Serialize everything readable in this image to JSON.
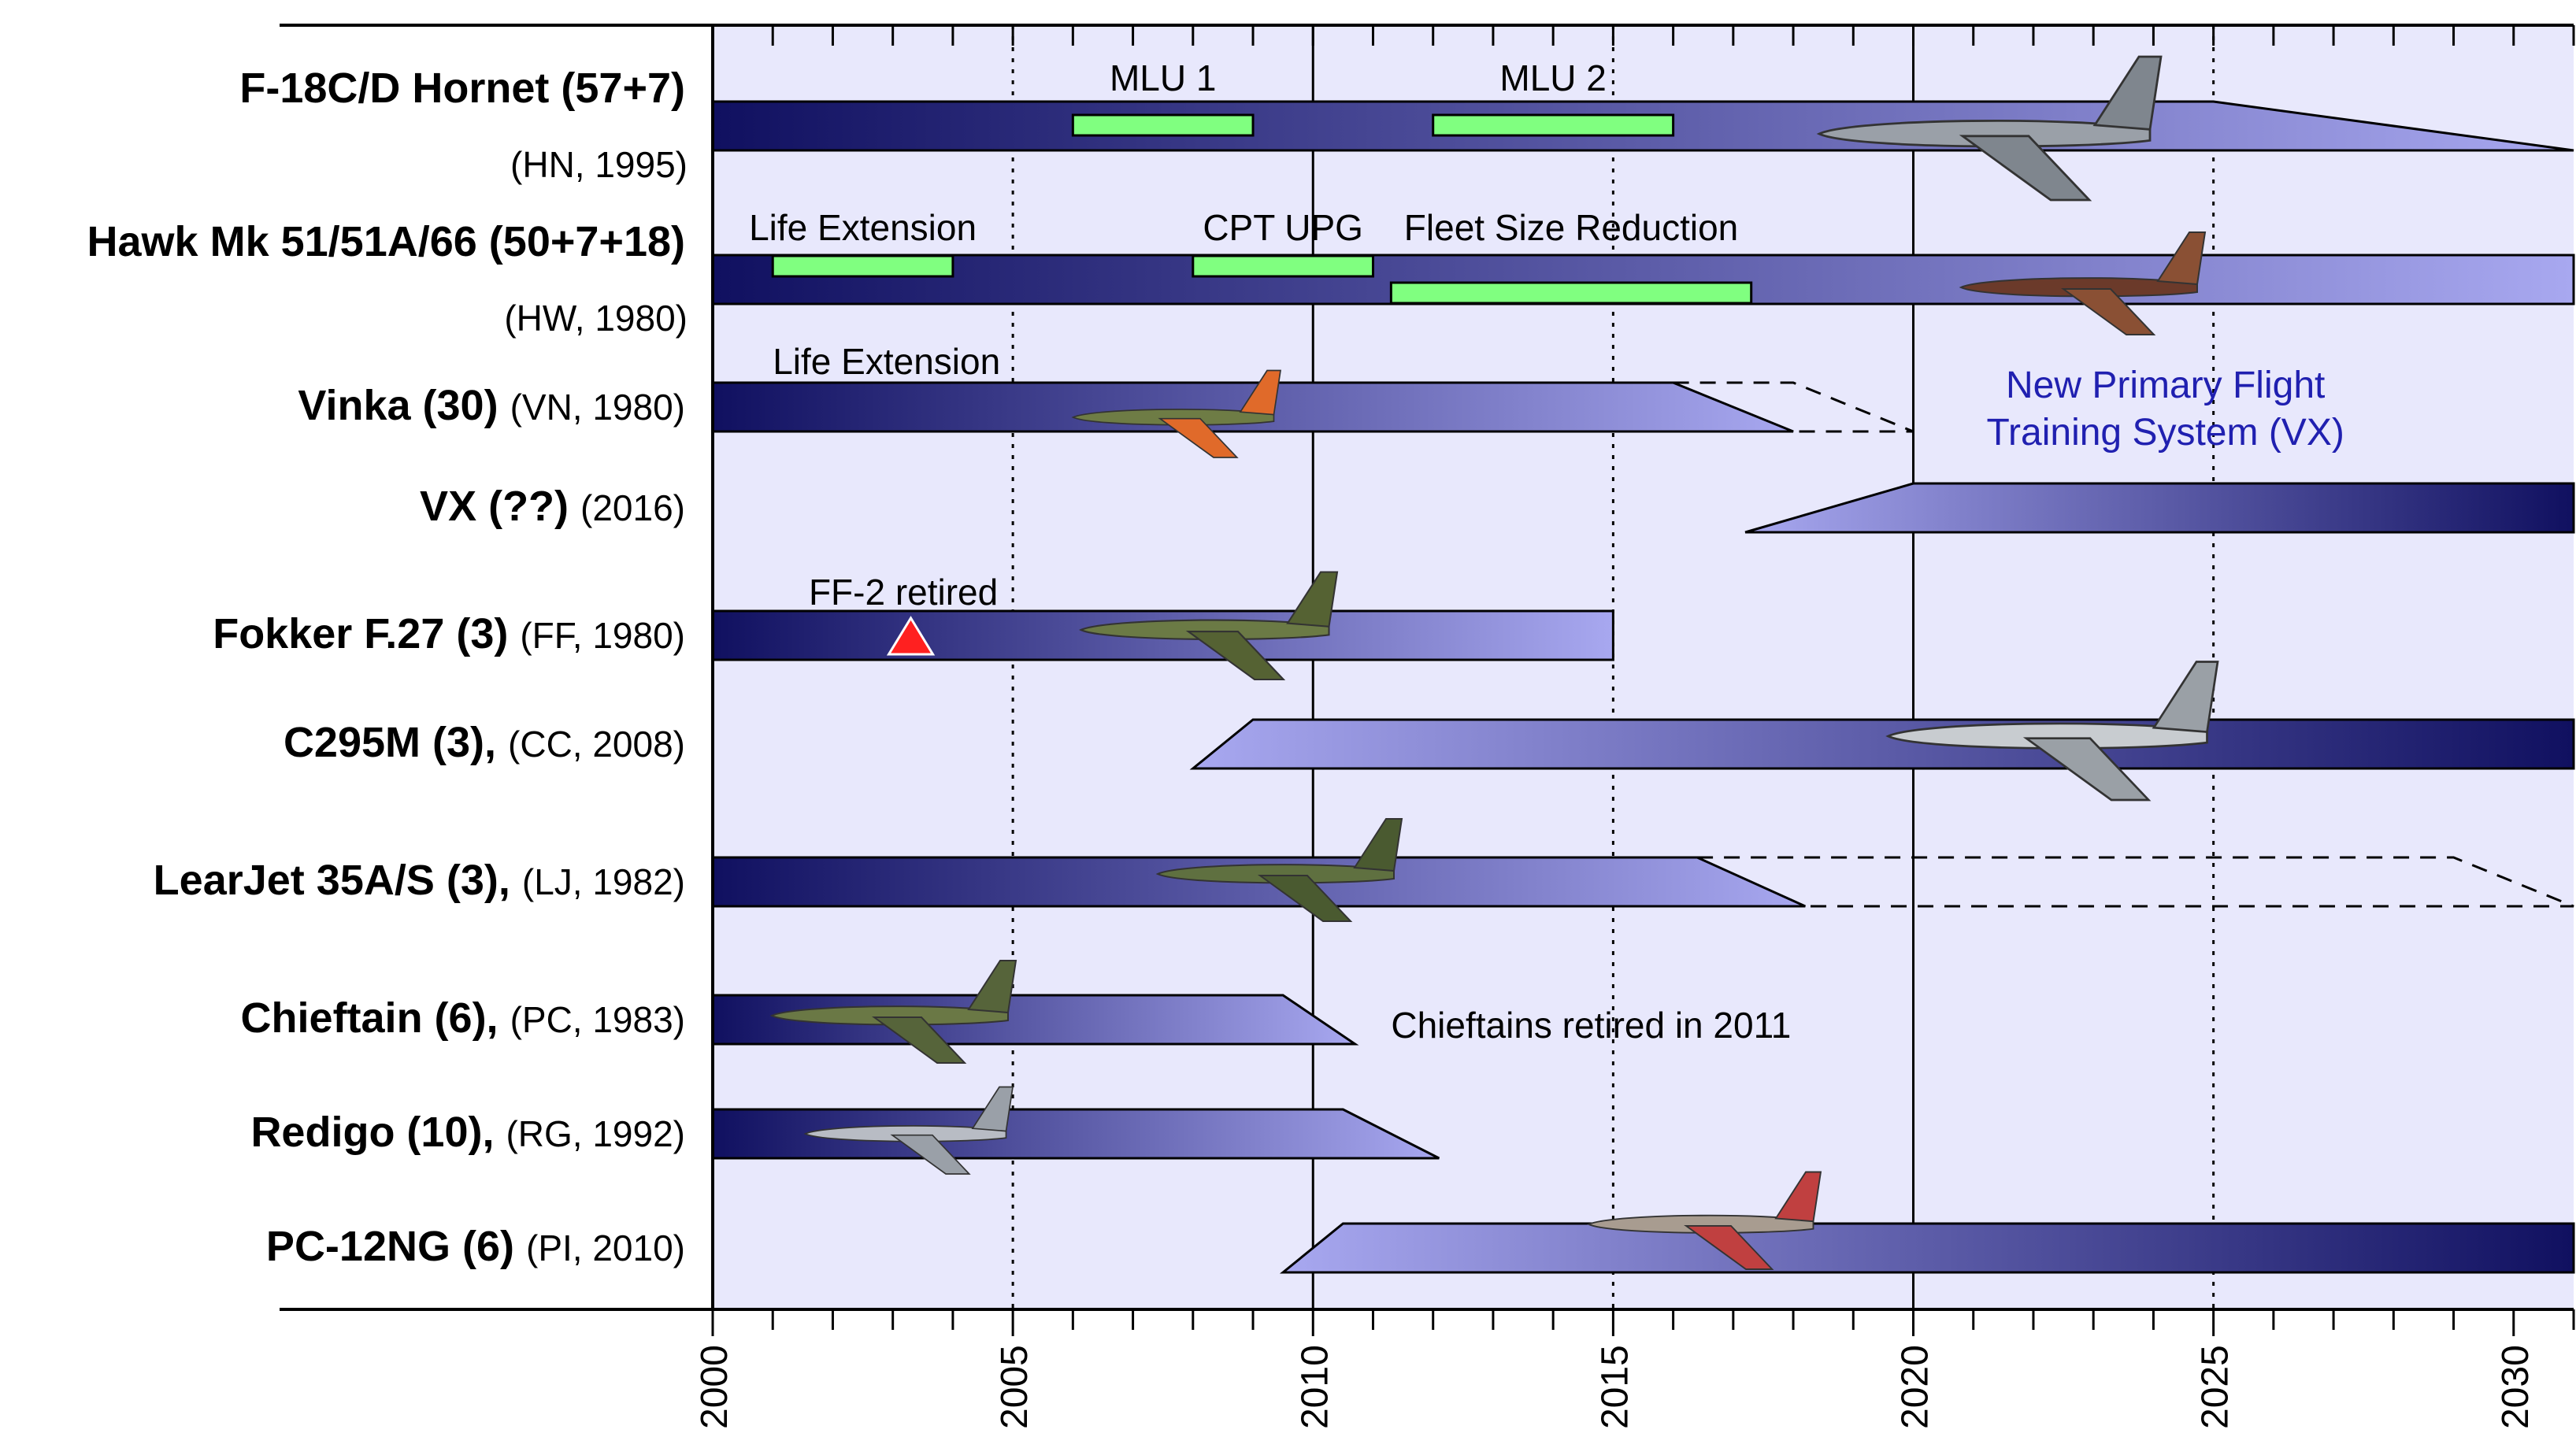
{
  "chart_data": {
    "type": "gantt",
    "title": "",
    "xlabel": "",
    "ylabel": "",
    "xlim": [
      2000,
      2031
    ],
    "x_ticks": [
      "2000",
      "2005",
      "2010",
      "2015",
      "2020",
      "2025",
      "2030"
    ],
    "grid": true,
    "colors": {
      "bar_dark": "#101060",
      "bar_light": "#a8a8f0",
      "plot_bg": "#e8e8fc",
      "milestone": "#80ff80",
      "retired_marker": "#ff2020",
      "callout_text": "#2020b0"
    },
    "rows": [
      {
        "name": "F-18C/D Hornet (57+7)",
        "sub": "(HN, 1995)",
        "start": 2000,
        "full_end": 2025,
        "phase_out_end": 2031,
        "icon": "f18-hornet-photo",
        "milestones": [
          {
            "label": "MLU 1",
            "start": 2006,
            "end": 2009
          },
          {
            "label": "MLU 2",
            "start": 2012,
            "end": 2016
          }
        ]
      },
      {
        "name": "Hawk Mk 51/51A/66 (50+7+18)",
        "sub": "(HW, 1980)",
        "start": 2000,
        "full_end": 2031,
        "icon": "hawk-photo",
        "milestones": [
          {
            "label": "Life Extension",
            "start": 2001,
            "end": 2004
          },
          {
            "label": "CPT UPG",
            "start": 2008,
            "end": 2011
          },
          {
            "label": "Fleet Size Reduction",
            "start": 2011.3,
            "end": 2017.3
          }
        ]
      },
      {
        "name": "Vinka (30)",
        "sub": "(VN, 1980)",
        "start": 2000,
        "full_end": 2016,
        "phase_out_end": 2018,
        "dashed_end": 2020,
        "icon": "vinka-photo",
        "label": "Life Extension"
      },
      {
        "name": "VX (??)",
        "sub": "(2016)",
        "phase_in_start": 2017.2,
        "start": 2020,
        "full_end": 2031
      },
      {
        "name": "Fokker F.27 (3)",
        "sub": "(FF, 1980)",
        "start": 2000,
        "full_end": 2015,
        "icon": "fokker-photo",
        "event": {
          "label": "FF-2 retired",
          "at": 2003.3
        }
      },
      {
        "name": "C295M (3),",
        "sub": "(CC, 2008)",
        "phase_in_start": 2008,
        "start": 2009,
        "full_end": 2031,
        "icon": "c295-photo"
      },
      {
        "name": "LearJet 35A/S (3),",
        "sub": "(LJ, 1982)",
        "start": 2000,
        "full_end": 2016.4,
        "phase_out_end": 2018.2,
        "dashed_end": 2031,
        "icon": "learjet-photo"
      },
      {
        "name": "Chieftain (6),",
        "sub": "(PC, 1983)",
        "start": 2000,
        "full_end": 2009.5,
        "phase_out_end": 2010.7,
        "icon": "chieftain-photo",
        "note": "Chieftains retired in 2011"
      },
      {
        "name": "Redigo (10),",
        "sub": "(RG, 1992)",
        "start": 2000,
        "full_end": 2010.5,
        "phase_out_end": 2012.1,
        "icon": "redigo-photo"
      },
      {
        "name": "PC-12NG (6)",
        "sub": "(PI, 2010)",
        "phase_in_start": 2009.5,
        "start": 2010.5,
        "full_end": 2031,
        "icon": "pc12-photo"
      }
    ],
    "callouts": [
      {
        "text": "New Primary Flight",
        "row": 3
      },
      {
        "text": "Training System (VX)",
        "row": 3
      }
    ]
  }
}
